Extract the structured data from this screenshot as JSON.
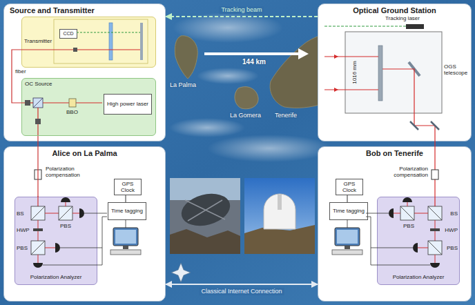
{
  "diagram": {
    "nodes": [
      {
        "text": [
          "Source and Transmitter"
        ]
      },
      {
        "text": [
          "Transmitter"
        ],
        "in": 0
      },
      {
        "text": [
          "CCD"
        ],
        "in": 1
      },
      {
        "text": [
          "OC Source"
        ],
        "in": 0
      },
      {
        "text": [
          "High power laser"
        ],
        "in": 3
      },
      {
        "text": [
          "Optical Ground Station"
        ]
      },
      {
        "text": [
          "Alice on La Palma"
        ]
      },
      {
        "text": [
          "GPS Clock"
        ],
        "in": 6
      },
      {
        "text": [
          "Time tagging"
        ],
        "in": 6
      },
      {
        "text": [
          "BS",
          "PBS",
          "HWP",
          "PBS",
          "Polarization Analyzer"
        ],
        "in": 6
      },
      {
        "text": [
          "Bob on Tenerife"
        ]
      },
      {
        "text": [
          "GPS Clock"
        ],
        "in": 10
      },
      {
        "text": [
          "Time tagging"
        ],
        "in": 10
      },
      {
        "text": [
          "BS",
          "PBS",
          "HWP",
          "PBS",
          "Polarization Analyzer"
        ],
        "in": 10
      }
    ],
    "edges": [
      {
        "from": 5,
        "to": 0,
        "arrow": "to",
        "label": "Tracking beam"
      },
      {
        "from": 6,
        "to": 10,
        "arrow": "both",
        "label": "Classical Internet Connection"
      },
      {
        "from": 3,
        "to": 9,
        "arrow": "none"
      },
      {
        "from": 7,
        "to": 8,
        "arrow": "none"
      },
      {
        "from": 11,
        "to": 12,
        "arrow": "none"
      }
    ],
    "labels": [
      "fiber",
      "BBO",
      "Tracking laser",
      "1016 mm",
      "OGS telescope",
      "La Palma",
      "144 km",
      "La Gomera",
      "Tenerife",
      "Polarization compensation",
      "Polarization compensation"
    ]
  }
}
